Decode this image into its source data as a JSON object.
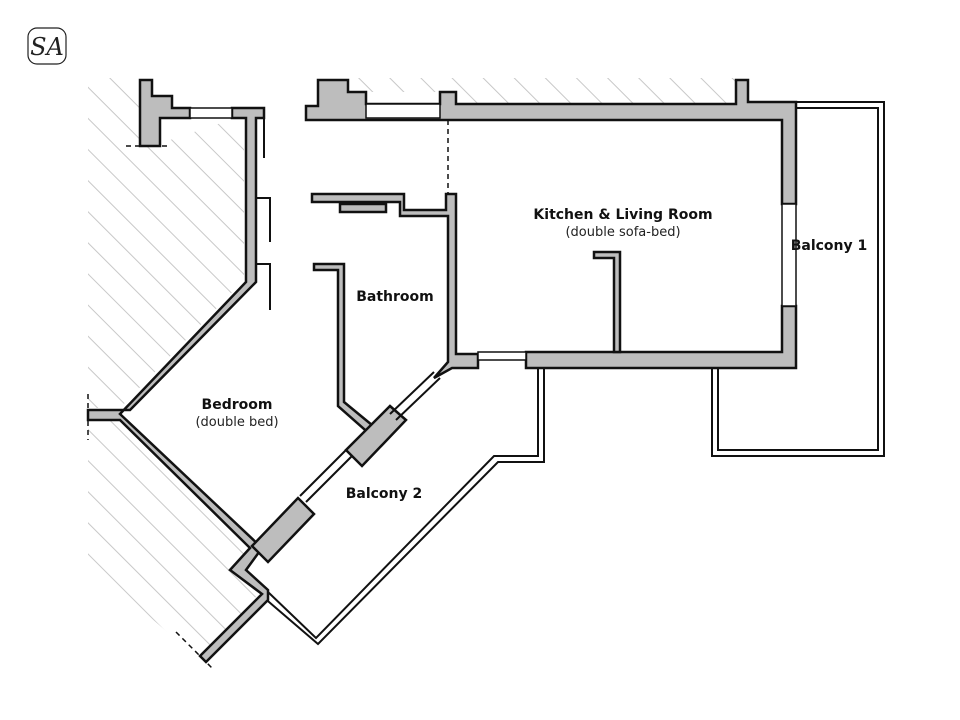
{
  "logo": {
    "text": "SA"
  },
  "rooms": [
    {
      "id": "kitchen-living-room",
      "label": "Kitchen & Living Room",
      "sub": "(double sofa-bed)"
    },
    {
      "id": "balcony-1",
      "label": "Balcony 1",
      "sub": ""
    },
    {
      "id": "bathroom",
      "label": "Bathroom",
      "sub": ""
    },
    {
      "id": "bedroom",
      "label": "Bedroom",
      "sub": "(double bed)"
    },
    {
      "id": "balcony-2",
      "label": "Balcony 2",
      "sub": ""
    }
  ],
  "colors": {
    "wall_fill": "#bdbdbd",
    "line": "#111111",
    "hatch": "#c8c8c8",
    "background": "#ffffff"
  }
}
